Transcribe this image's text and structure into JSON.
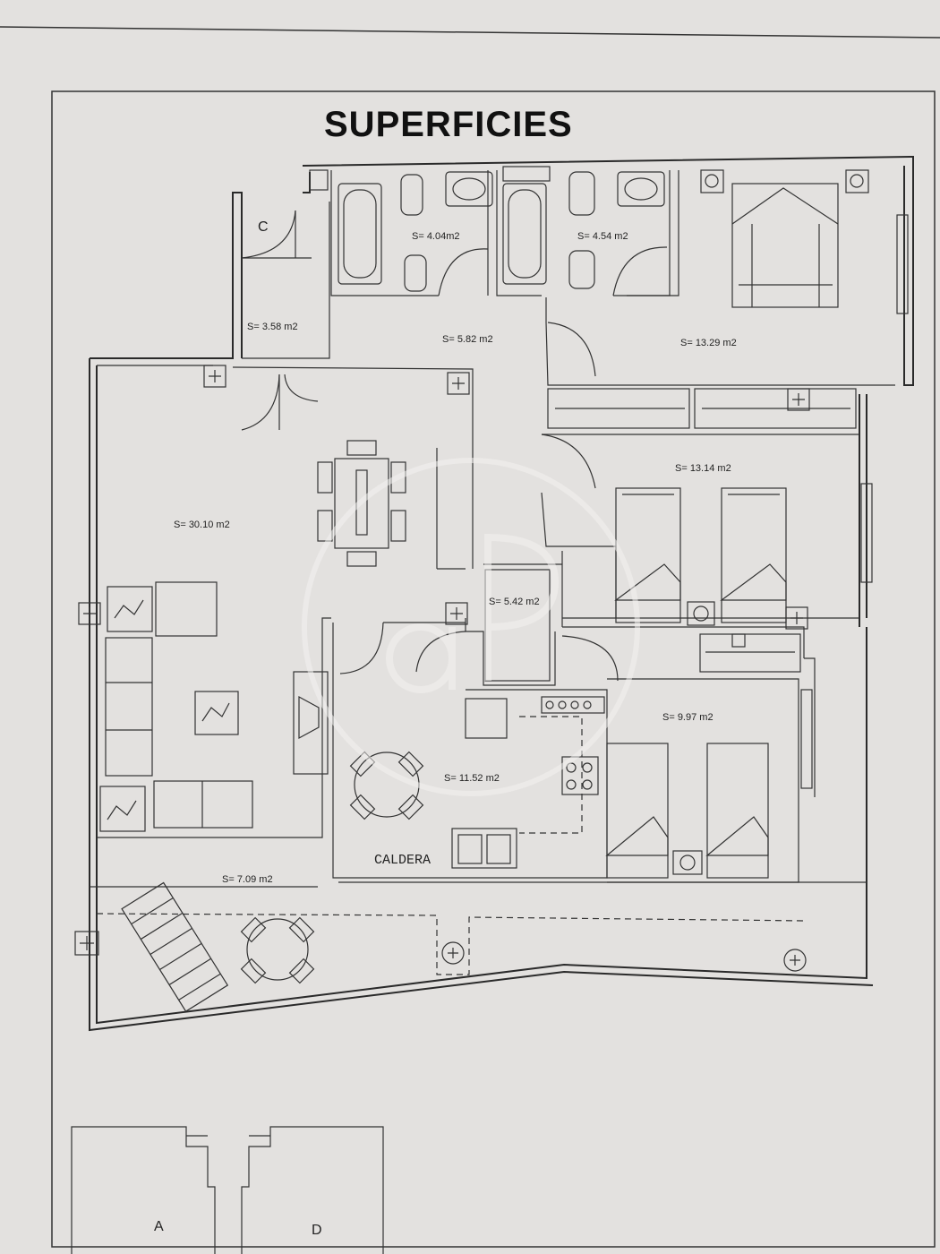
{
  "plan": {
    "title": "SUPERFICIES",
    "rooms": [
      {
        "id": "closet",
        "label": "S= 3.58 m2"
      },
      {
        "id": "bath1",
        "label": "S= 4.04m2"
      },
      {
        "id": "bath2",
        "label": "S= 4.54 m2"
      },
      {
        "id": "hall",
        "label": "S= 5.82 m2"
      },
      {
        "id": "master",
        "label": "S= 13.29 m2"
      },
      {
        "id": "living",
        "label": "S= 30.10 m2"
      },
      {
        "id": "bed2",
        "label": "S= 13.14 m2"
      },
      {
        "id": "corridor",
        "label": "S= 5.42 m2"
      },
      {
        "id": "bed3",
        "label": "S= 9.97 m2"
      },
      {
        "id": "kitchen",
        "label": "S= 11.52 m2"
      },
      {
        "id": "terrace",
        "label": "S= 7.09 m2"
      }
    ],
    "closet_mark": "C",
    "boiler_label": "CALDERA",
    "location_key": {
      "left_label": "A",
      "right_label": "D"
    }
  }
}
